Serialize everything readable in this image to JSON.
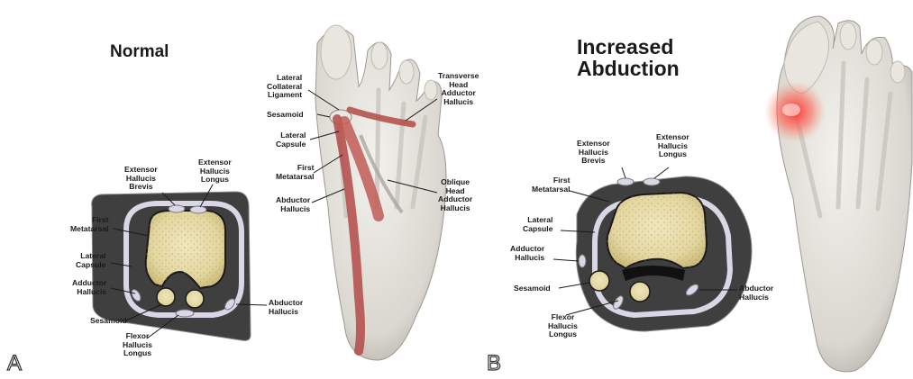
{
  "panels": [
    {
      "letter": "A",
      "title": "Normal",
      "labels": {
        "ehb": "Extensor\nHallucis\nBrevis",
        "ehl": "Extensor\nHallucis\nLongus",
        "fm": "First\nMetatarsal",
        "lc": "Lateral\nCapsule",
        "adh": "Adductor\nHallucis",
        "ses": "Sesamoid",
        "fhl": "Flexor\nHallucis\nLongus",
        "abh": "Abductor\nHallucis"
      },
      "foot_labels": {
        "lcl": "Lateral\nCollateral\nLigament",
        "ses": "Sesamoid",
        "lcap": "Lateral\nCapsule",
        "fm": "First\nMetatarsal",
        "abh": "Abductor\nHallucis",
        "th": "Transverse\nHead\nAdductor\nHallucis",
        "oh": "Oblique\nHead\nAdductor\nHallucis"
      }
    },
    {
      "letter": "B",
      "title": "Increased\nAbduction",
      "labels": {
        "ehb": "Extensor\nHallucis\nBrevis",
        "ehl": "Extensor\nHallucis\nLongus",
        "fm": "First\nMetatarsal",
        "lc": "Lateral\nCapsule",
        "adh": "Adductor\nHallucis",
        "ses": "Sesamoid",
        "fhl": "Flexor\nHallucis\nLongus",
        "abh": "Abductor\nHallucis"
      }
    }
  ],
  "colors": {
    "bone": "#e9dfb0",
    "capsule": "#d8d4e6",
    "tissue": "#3d3d3d",
    "muscle": "#b5504f",
    "inflammation": "#ff3b3b",
    "foot": "#e6e4de"
  }
}
